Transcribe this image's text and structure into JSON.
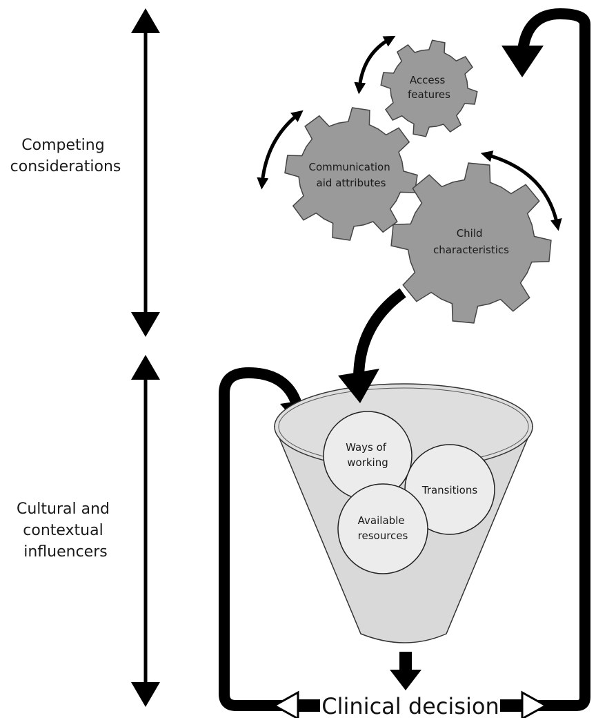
{
  "side_labels": {
    "competing": [
      "Competing",
      "considerations"
    ],
    "cultural": [
      "Cultural and",
      "contextual",
      "influencers"
    ]
  },
  "gears": {
    "access": [
      "Access",
      "features"
    ],
    "communication": [
      "Communication",
      "aid attributes"
    ],
    "child": [
      "Child",
      "characteristics"
    ]
  },
  "funnel_items": {
    "ways": [
      "Ways of",
      "working"
    ],
    "transitions": [
      "Transitions"
    ],
    "resources": [
      "Available",
      "resources"
    ]
  },
  "outcome": "Clinical decision",
  "colors": {
    "gear_fill": "#9a9a9a",
    "funnel_fill": "#d9d9d9",
    "circle_fill": "#ececec",
    "ink": "#000000"
  }
}
